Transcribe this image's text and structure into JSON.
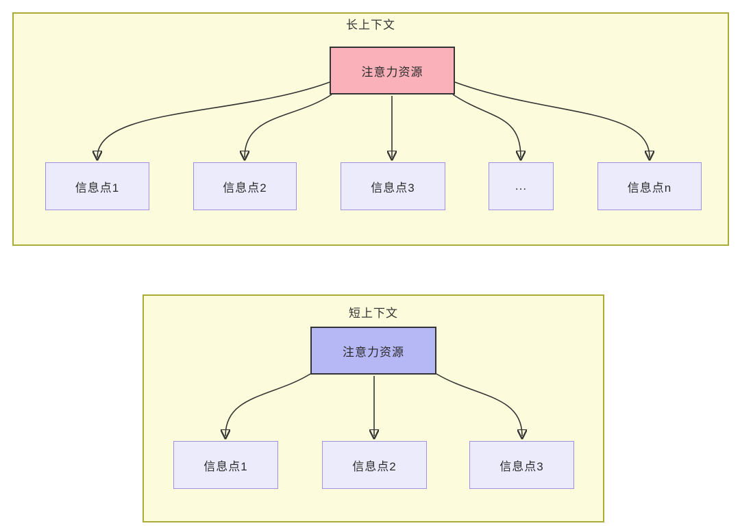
{
  "diagram": {
    "type": "flow-diagram",
    "colors": {
      "container_fill": "#fcfcdc",
      "container_border": "#abab35",
      "attention_long_fill": "#fbb1b9",
      "attention_short_fill": "#b6b7f5",
      "node_border_dark": "#333333",
      "info_fill": "#ebebfc",
      "info_border": "#9f8fe8",
      "arrow": "#333333"
    },
    "long_context": {
      "title": "长上下文",
      "attention_label": "注意力资源",
      "info_points": [
        {
          "label": "信息点1"
        },
        {
          "label": "信息点2"
        },
        {
          "label": "信息点3"
        },
        {
          "label": "..."
        },
        {
          "label": "信息点n"
        }
      ]
    },
    "short_context": {
      "title": "短上下文",
      "attention_label": "注意力资源",
      "info_points": [
        {
          "label": "信息点1"
        },
        {
          "label": "信息点2"
        },
        {
          "label": "信息点3"
        }
      ]
    }
  }
}
